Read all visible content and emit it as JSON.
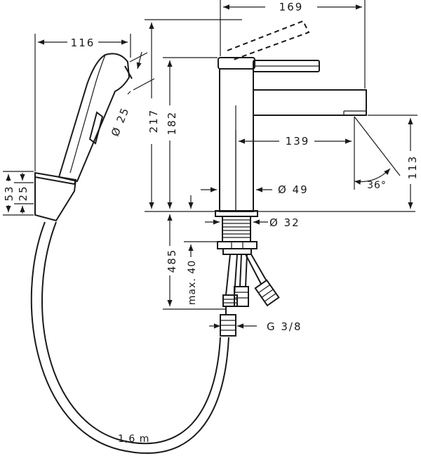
{
  "dimensions": {
    "width_overall": "169",
    "height_total": "217",
    "height_spout": "182",
    "spout_reach": "139",
    "spout_height": "113",
    "spout_angle": "36°",
    "body_diameter": "Ø 49",
    "thread_diameter": "Ø 32",
    "below_deck": "485",
    "max_thickness": "max. 40",
    "connection": "G 3/8",
    "handshower_width": "116",
    "handshower_diameter": "Ø 25",
    "holder_height": "53",
    "holder_width": "25",
    "hose_length": "1,6 m"
  },
  "colors": {
    "line": "#1a1a1a",
    "background": "#ffffff"
  }
}
